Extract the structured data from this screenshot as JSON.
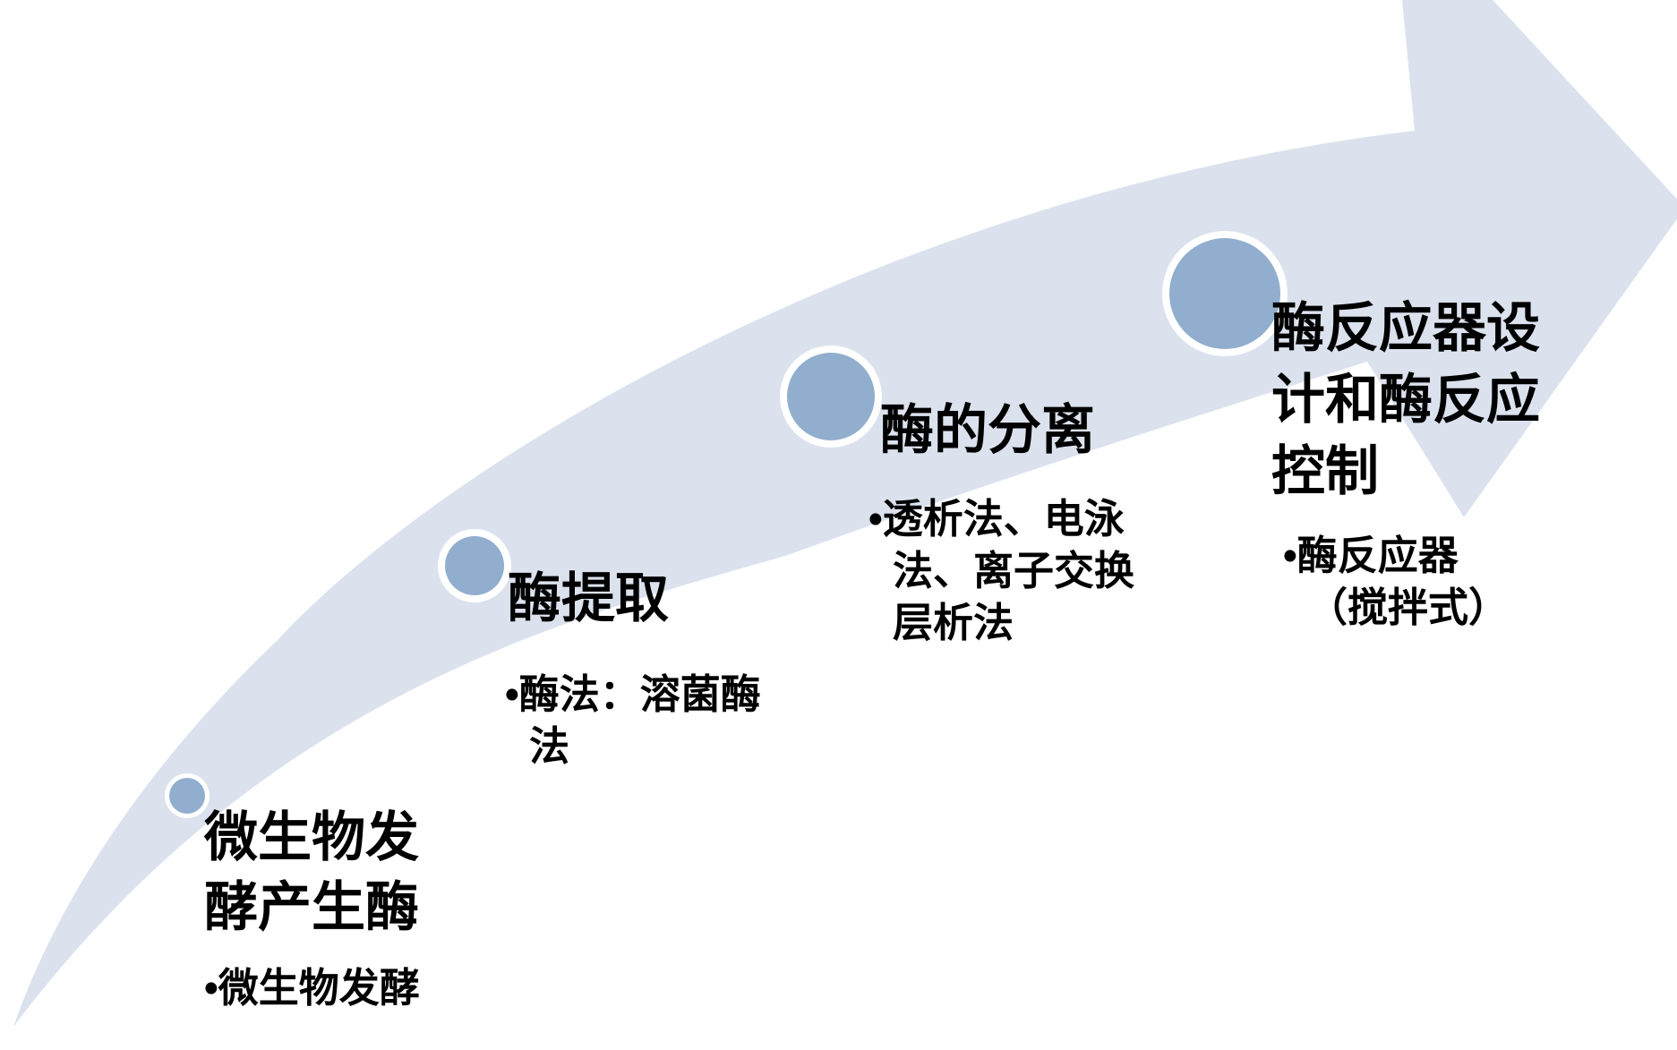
{
  "diagram": {
    "type": "upward-arrow-process",
    "colors": {
      "arrow_body": "#dbe2ee",
      "circle_fill": "#92aece",
      "circle_ring": "#ffffff",
      "text": "#000000"
    },
    "milestones": [
      {
        "title": "微生物发酵产生酶",
        "title_lines": [
          "微生物发",
          "酵产生酶"
        ],
        "bullet": "•微生物发酵",
        "bullet_lines": [
          "•微生物发酵"
        ]
      },
      {
        "title": "酶提取",
        "title_lines": [
          "酶提取"
        ],
        "bullet": "•酶法：溶菌酶法",
        "bullet_lines": [
          "•酶法：溶菌酶",
          "法"
        ]
      },
      {
        "title": "酶的分离",
        "title_lines": [
          "酶的分离"
        ],
        "bullet": "•透析法、电泳法、离子交换层析法",
        "bullet_lines": [
          "•透析法、电泳",
          "法、离子交换",
          "层析法"
        ]
      },
      {
        "title": "酶反应器设计和酶反应控制",
        "title_lines": [
          "酶反应器设",
          "计和酶反应",
          "控制"
        ],
        "bullet": "•酶反应器（搅拌式）",
        "bullet_lines": [
          "•酶反应器",
          "（搅拌式）"
        ]
      }
    ]
  }
}
